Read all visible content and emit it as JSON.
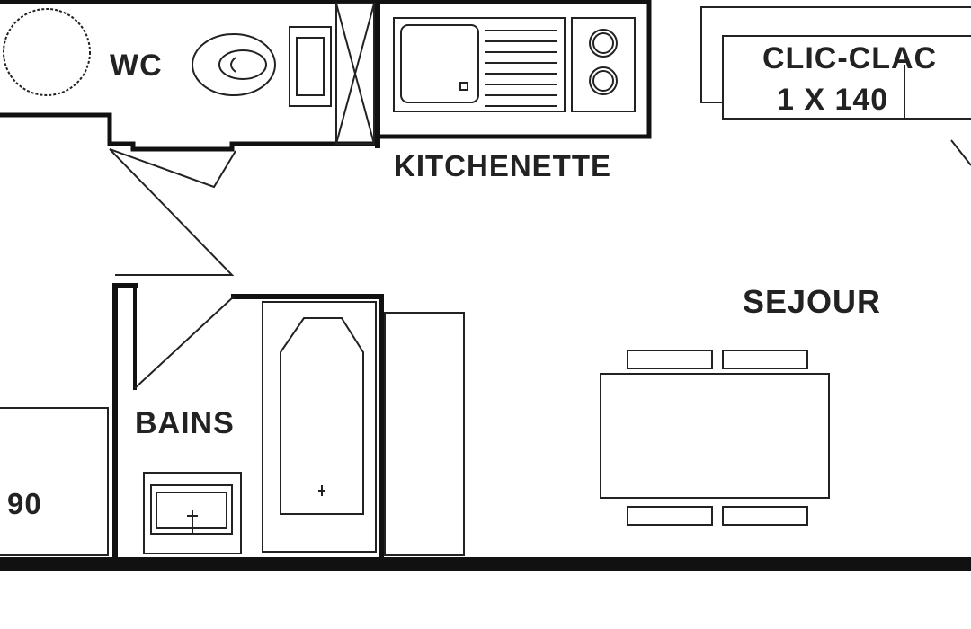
{
  "rooms": {
    "wc": "WC",
    "kitchenette": "KITCHENETTE",
    "sejour": "SEJOUR",
    "bains": "BAINS"
  },
  "furniture": {
    "sofa_line1": "CLIC-CLAC",
    "sofa_line2": "1 X 140",
    "bed_size": "90"
  },
  "colors": {
    "walls": "#111111",
    "lines": "#222222",
    "background": "#ffffff"
  }
}
